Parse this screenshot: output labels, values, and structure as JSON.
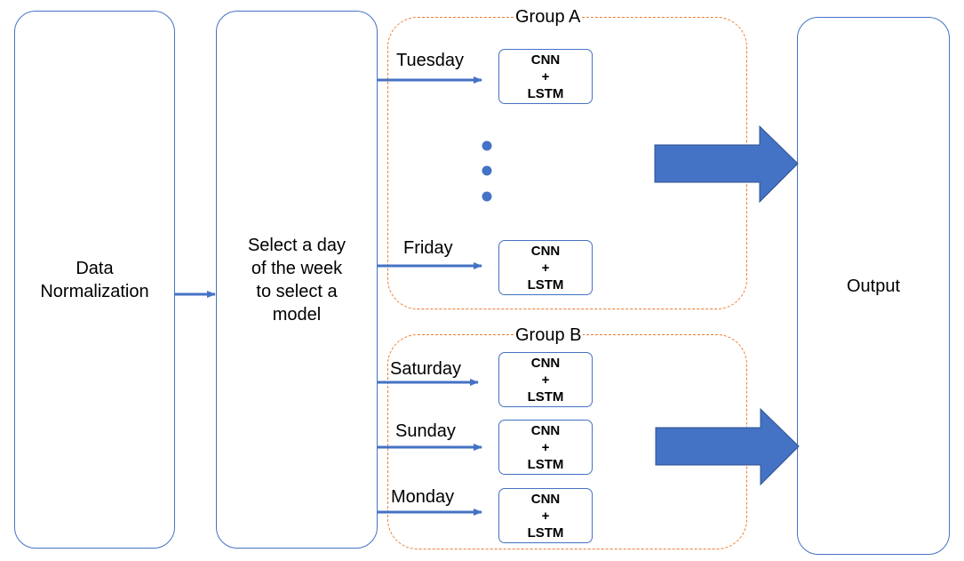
{
  "boxes": {
    "normalization": "Data\nNormalization",
    "select": "Select a day\nof the week\nto select a\nmodel",
    "output": "Output"
  },
  "groups": {
    "a": "Group A",
    "b": "Group B"
  },
  "days": {
    "tuesday": "Tuesday",
    "friday": "Friday",
    "saturday": "Saturday",
    "sunday": "Sunday",
    "monday": "Monday"
  },
  "model": {
    "line1": "CNN",
    "line2": "+",
    "line3": "LSTM"
  },
  "colors": {
    "box_border": "#4472c4",
    "arrow": "#4472c4",
    "group_border": "#ed7d31"
  }
}
